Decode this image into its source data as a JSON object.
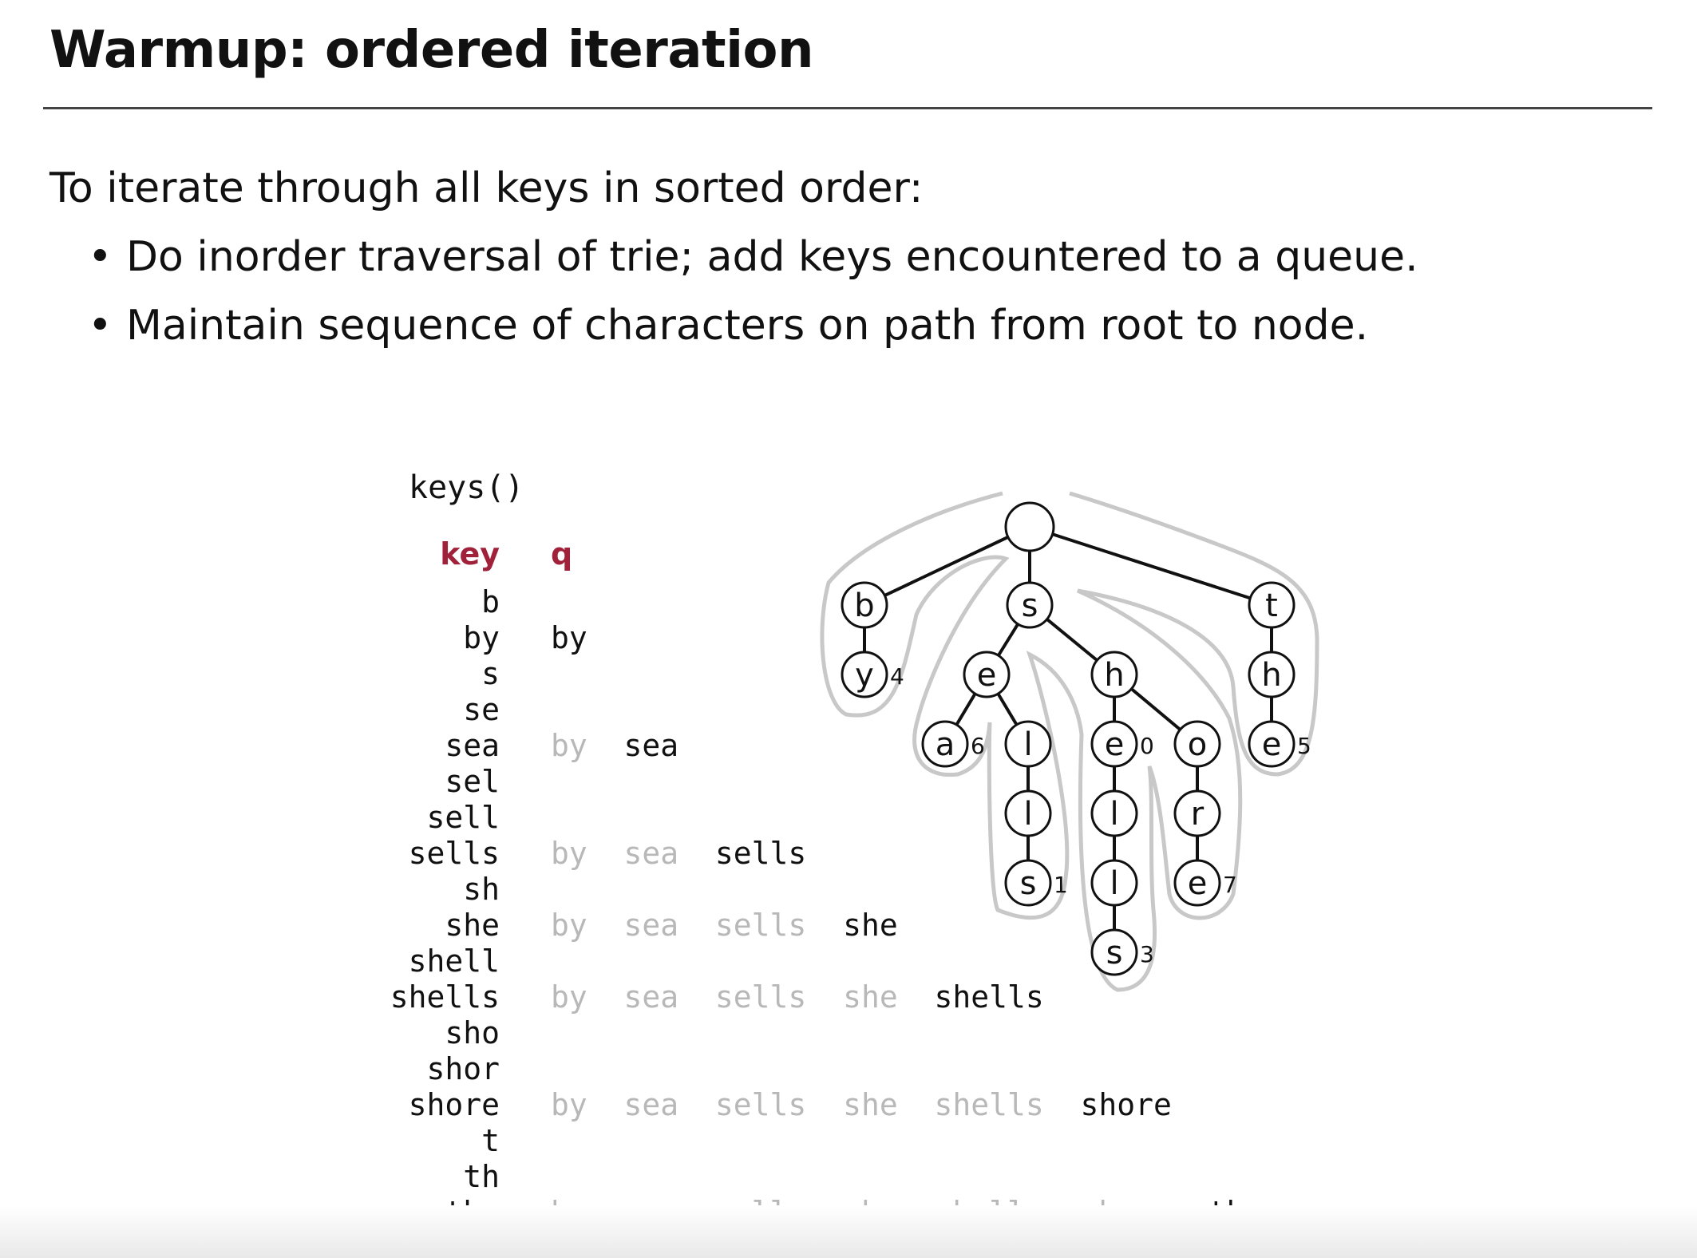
{
  "title": "Warmup: ordered iteration",
  "intro": "To iterate through all keys in sorted order:",
  "bullets": [
    "Do inorder traversal of trie; add keys encountered to a queue.",
    "Maintain sequence of characters on path from root to node."
  ],
  "trace": {
    "call": "keys()",
    "header_key": "key",
    "header_q": "q",
    "rows": [
      {
        "key": "b",
        "q": []
      },
      {
        "key": "by",
        "q": [
          "by"
        ]
      },
      {
        "key": "s",
        "q": []
      },
      {
        "key": "se",
        "q": []
      },
      {
        "key": "sea",
        "q": [
          "by",
          "sea"
        ]
      },
      {
        "key": "sel",
        "q": []
      },
      {
        "key": "sell",
        "q": []
      },
      {
        "key": "sells",
        "q": [
          "by",
          "sea",
          "sells"
        ]
      },
      {
        "key": "sh",
        "q": []
      },
      {
        "key": "she",
        "q": [
          "by",
          "sea",
          "sells",
          "she"
        ]
      },
      {
        "key": "shell",
        "q": []
      },
      {
        "key": "shells",
        "q": [
          "by",
          "sea",
          "sells",
          "she",
          "shells"
        ]
      },
      {
        "key": "sho",
        "q": []
      },
      {
        "key": "shor",
        "q": []
      },
      {
        "key": "shore",
        "q": [
          "by",
          "sea",
          "sells",
          "she",
          "shells",
          "shore"
        ]
      },
      {
        "key": "t",
        "q": []
      },
      {
        "key": "th",
        "q": []
      },
      {
        "key": "the",
        "q": [
          "by",
          "sea",
          "sells",
          "she",
          "shells",
          "shore",
          "the"
        ]
      }
    ]
  },
  "trie": {
    "nodes": [
      {
        "id": "root",
        "label": ""
      },
      {
        "id": "b",
        "label": "b"
      },
      {
        "id": "y",
        "label": "y",
        "value": "4"
      },
      {
        "id": "s",
        "label": "s"
      },
      {
        "id": "se",
        "label": "e"
      },
      {
        "id": "sea",
        "label": "a",
        "value": "6"
      },
      {
        "id": "sel",
        "label": "l"
      },
      {
        "id": "sell",
        "label": "l"
      },
      {
        "id": "sells",
        "label": "s",
        "value": "1"
      },
      {
        "id": "sh",
        "label": "h"
      },
      {
        "id": "she",
        "label": "e",
        "value": "0"
      },
      {
        "id": "shel",
        "label": "l"
      },
      {
        "id": "shell",
        "label": "l"
      },
      {
        "id": "shells",
        "label": "s",
        "value": "3"
      },
      {
        "id": "sho",
        "label": "o"
      },
      {
        "id": "shor",
        "label": "r"
      },
      {
        "id": "shore",
        "label": "e",
        "value": "7"
      },
      {
        "id": "t",
        "label": "t"
      },
      {
        "id": "th",
        "label": "h"
      },
      {
        "id": "the",
        "label": "e",
        "value": "5"
      }
    ],
    "edges": [
      [
        "root",
        "b"
      ],
      [
        "b",
        "y"
      ],
      [
        "root",
        "s"
      ],
      [
        "s",
        "se"
      ],
      [
        "se",
        "sea"
      ],
      [
        "se",
        "sel"
      ],
      [
        "sel",
        "sell"
      ],
      [
        "sell",
        "sells"
      ],
      [
        "s",
        "sh"
      ],
      [
        "sh",
        "she"
      ],
      [
        "she",
        "shel"
      ],
      [
        "shel",
        "shell"
      ],
      [
        "shell",
        "shells"
      ],
      [
        "sh",
        "sho"
      ],
      [
        "sho",
        "shor"
      ],
      [
        "shor",
        "shore"
      ],
      [
        "root",
        "t"
      ],
      [
        "t",
        "th"
      ],
      [
        "th",
        "the"
      ]
    ]
  }
}
